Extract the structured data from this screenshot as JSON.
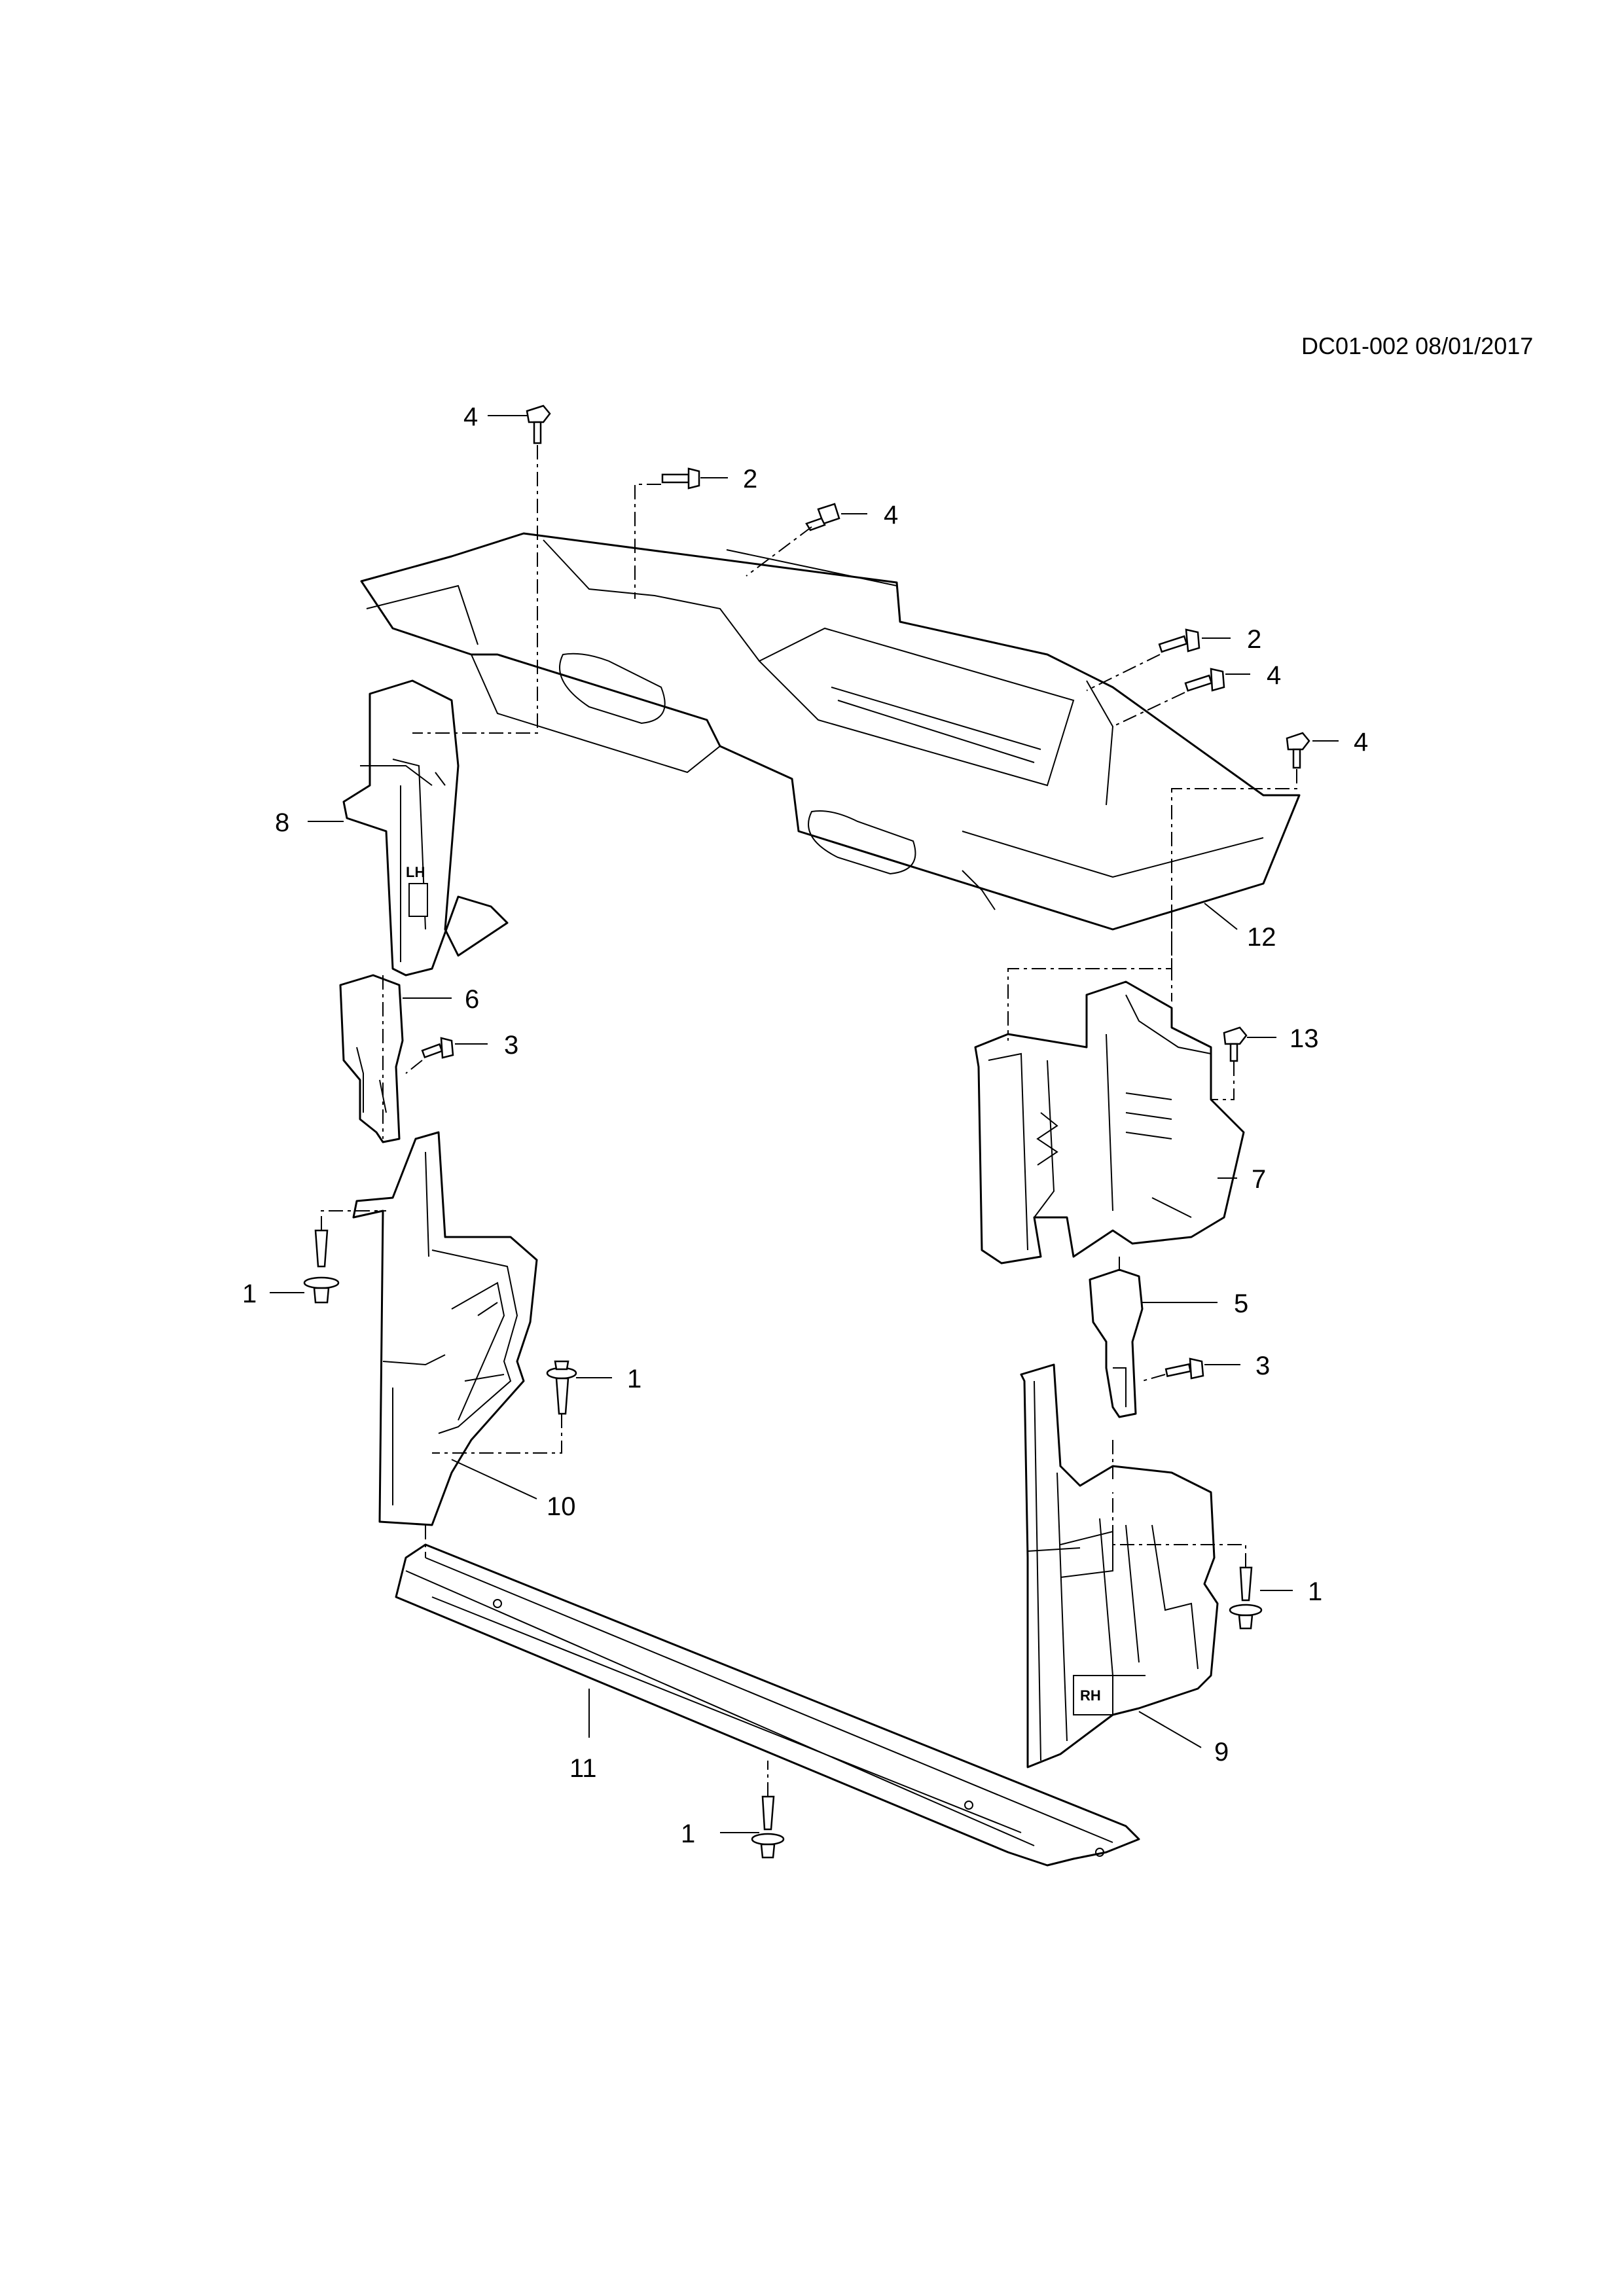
{
  "document": {
    "id_date": "DC01-002 08/01/2017"
  },
  "side_marks": {
    "left": "LH",
    "right": "RH"
  },
  "callouts": [
    {
      "id": "c4a",
      "label": "4"
    },
    {
      "id": "c2a",
      "label": "2"
    },
    {
      "id": "c4b",
      "label": "4"
    },
    {
      "id": "c2b",
      "label": "2"
    },
    {
      "id": "c4c",
      "label": "4"
    },
    {
      "id": "c4d",
      "label": "4"
    },
    {
      "id": "c8",
      "label": "8"
    },
    {
      "id": "c12",
      "label": "12"
    },
    {
      "id": "c6",
      "label": "6"
    },
    {
      "id": "c3a",
      "label": "3"
    },
    {
      "id": "c13",
      "label": "13"
    },
    {
      "id": "c7",
      "label": "7"
    },
    {
      "id": "c1a",
      "label": "1"
    },
    {
      "id": "c1b",
      "label": "1"
    },
    {
      "id": "c5",
      "label": "5"
    },
    {
      "id": "c3b",
      "label": "3"
    },
    {
      "id": "c10",
      "label": "10"
    },
    {
      "id": "c1c",
      "label": "1"
    },
    {
      "id": "c11",
      "label": "11"
    },
    {
      "id": "c9",
      "label": "9"
    },
    {
      "id": "c1d",
      "label": "1"
    }
  ]
}
